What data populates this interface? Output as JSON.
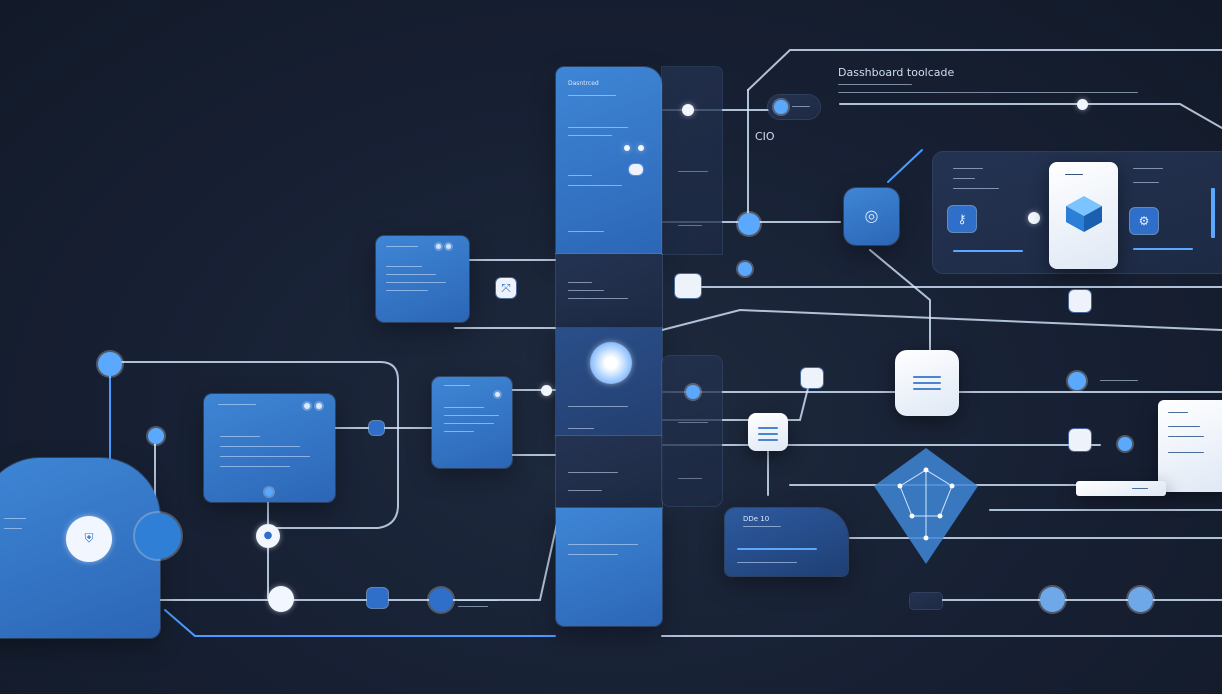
{
  "panel": {
    "title": "Dasshboard toolcade",
    "label": "CIO"
  },
  "column": {
    "header": "Dasntrced"
  },
  "lower_panel": {
    "title": "DDe 10"
  },
  "colors": {
    "background": "#172033",
    "accent": "#3f86d6",
    "accent_light": "#5ba9ff",
    "line": "#d2e6ff"
  }
}
